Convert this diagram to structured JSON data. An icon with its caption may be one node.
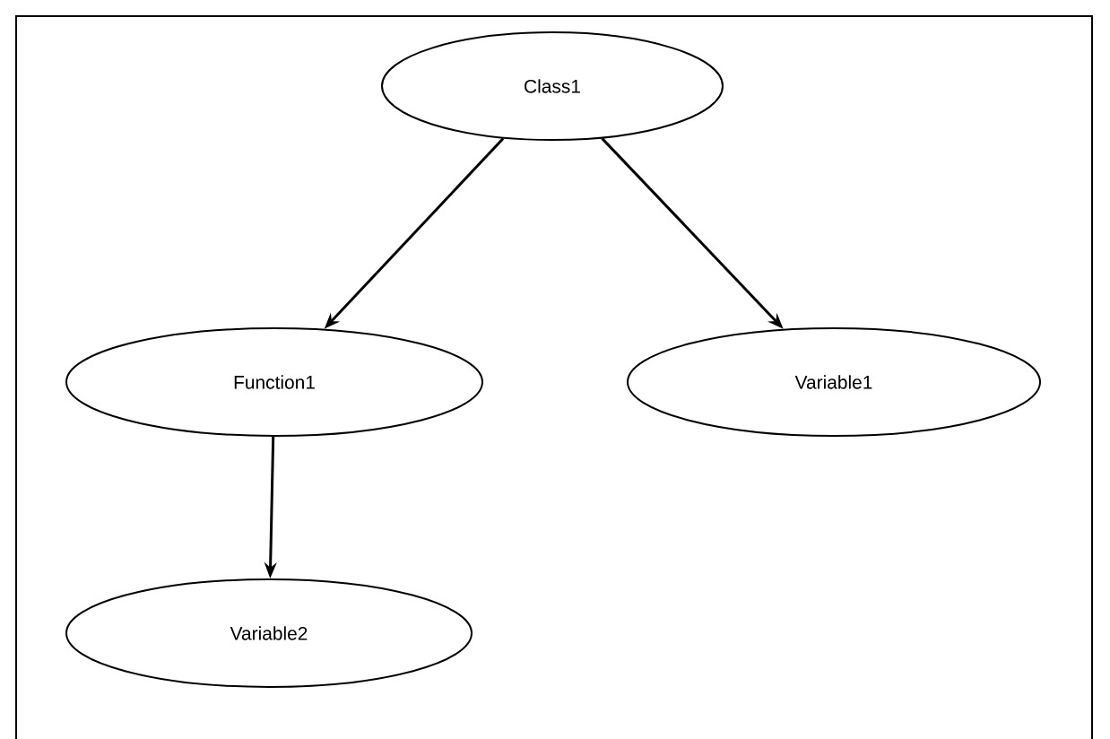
{
  "diagram": {
    "nodes": [
      {
        "text": [
          "Class1"
        ]
      },
      {
        "text": [
          "Function1"
        ]
      },
      {
        "text": [
          "Variable1"
        ]
      },
      {
        "text": [
          "Variable2"
        ]
      }
    ],
    "edges": [
      {
        "from": 0,
        "to": 1,
        "arrow": "to"
      },
      {
        "from": 0,
        "to": 2,
        "arrow": "to"
      },
      {
        "from": 1,
        "to": 3,
        "arrow": "to"
      }
    ]
  }
}
